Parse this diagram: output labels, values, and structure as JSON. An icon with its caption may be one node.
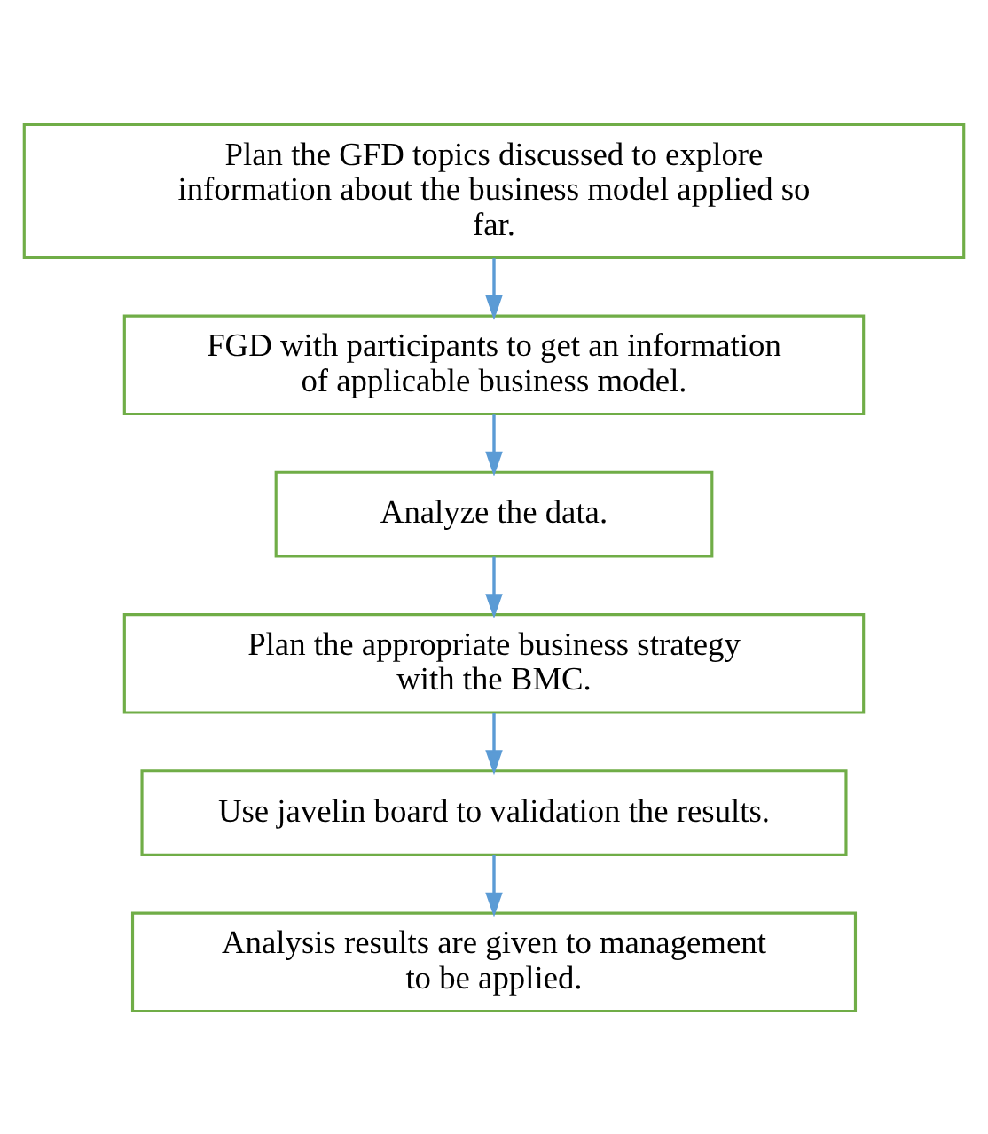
{
  "diagram": {
    "nodes": [
      {
        "text": [
          "Plan the GFD topics discussed to explore information about the business model applied so far."
        ]
      },
      {
        "text": [
          "FGD with participants to get an information of applicable business model."
        ]
      },
      {
        "text": [
          "Analyze the data."
        ]
      },
      {
        "text": [
          "Plan the appropriate business strategy with the BMC."
        ]
      },
      {
        "text": [
          "Use javelin board to validation the results."
        ]
      },
      {
        "text": [
          "Analysis results are given to management to be applied."
        ]
      }
    ],
    "edges": [
      {
        "from": 0,
        "to": 1,
        "arrow": "to"
      },
      {
        "from": 1,
        "to": 2,
        "arrow": "to"
      },
      {
        "from": 2,
        "to": 3,
        "arrow": "to"
      },
      {
        "from": 3,
        "to": 4,
        "arrow": "to"
      },
      {
        "from": 4,
        "to": 5,
        "arrow": "to"
      }
    ]
  }
}
